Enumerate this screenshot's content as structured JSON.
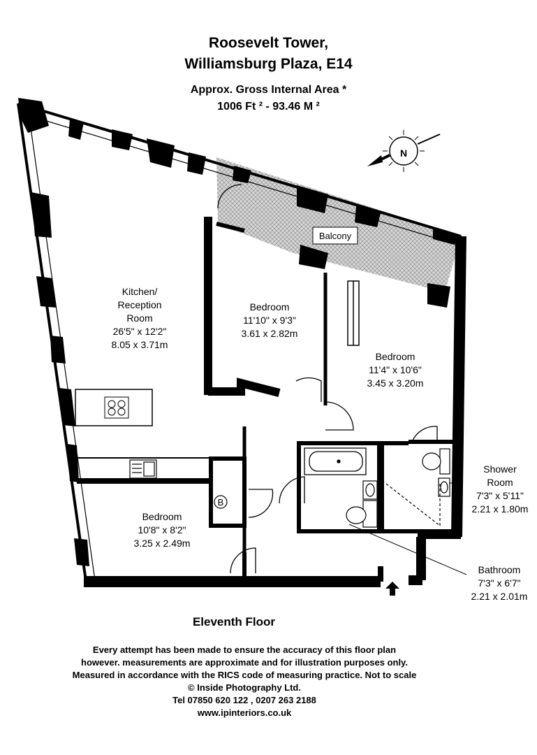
{
  "header": {
    "line1": "Roosevelt Tower,",
    "line2": "Williamsburg Plaza, E14",
    "area_label": "Approx. Gross Internal Area *",
    "area_value": "1006 Ft ²  -  93.46 M ²"
  },
  "compass": {
    "letter": "N",
    "icon": "north-arrow-icon"
  },
  "rooms": {
    "kitchen": {
      "name1": "Kitchen/",
      "name2": "Reception",
      "name3": "Room",
      "imperial": "26'5\" x 12'2\"",
      "metric": "8.05 x 3.71m"
    },
    "bedroom1": {
      "name": "Bedroom",
      "imperial": "11'10\" x 9'3\"",
      "metric": "3.61 x 2.82m"
    },
    "bedroom2": {
      "name": "Bedroom",
      "imperial": "11'4\" x 10'6\"",
      "metric": "3.45 x 3.20m"
    },
    "bedroom3": {
      "name": "Bedroom",
      "imperial": "10'8\" x 8'2\"",
      "metric": "3.25 x 2.49m"
    },
    "balcony": {
      "name": "Balcony"
    },
    "boiler": {
      "name": "B"
    },
    "shower": {
      "name1": "Shower",
      "name2": "Room",
      "imperial": "7'3\" x 5'11\"",
      "metric": "2.21 x 1.80m"
    },
    "bathroom": {
      "name": "Bathroom",
      "imperial": "7'3\" x 6'7\"",
      "metric": "2.21 x 2.01m"
    }
  },
  "floor_label": "Eleventh Floor",
  "disclaimer": {
    "line1": "Every attempt has been made to ensure the accuracy of this floor plan",
    "line2": "however. measurements are approximate and for illustration purposes only.",
    "line3": "Measured in accordance with the RICS code of measuring practice. Not to scale",
    "line4": "© Inside Photography Ltd.",
    "line5": "Tel 07850 620 122 , 0207 263 2188",
    "line6": "www.ipinteriors.co.uk"
  }
}
